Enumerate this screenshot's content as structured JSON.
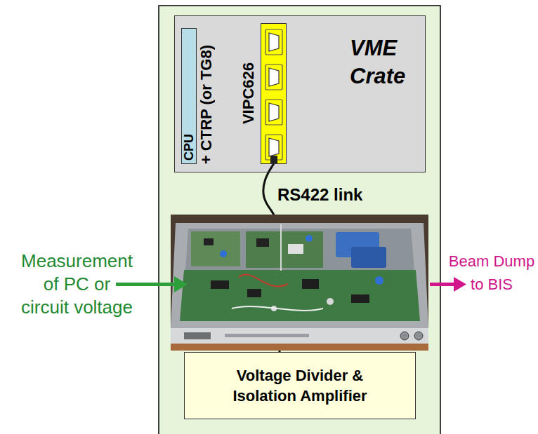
{
  "diagram": {
    "nodes": [
      {
        "text": [
          "VME Crate"
        ]
      },
      {
        "text": [
          "CPU"
        ],
        "in": 0
      },
      {
        "text": [
          "VIPC626"
        ],
        "in": 0
      },
      {
        "text": [
          "Voltage Divider & Isolation Amplifier"
        ]
      }
    ],
    "edges": [
      {
        "from": 2,
        "to": 3,
        "arrow": "none",
        "label": "RS422 link"
      }
    ],
    "labels": [
      "+ CTRP (or TG8)",
      "Measurement of PC or circuit voltage",
      "Beam Dump to BIS"
    ]
  }
}
